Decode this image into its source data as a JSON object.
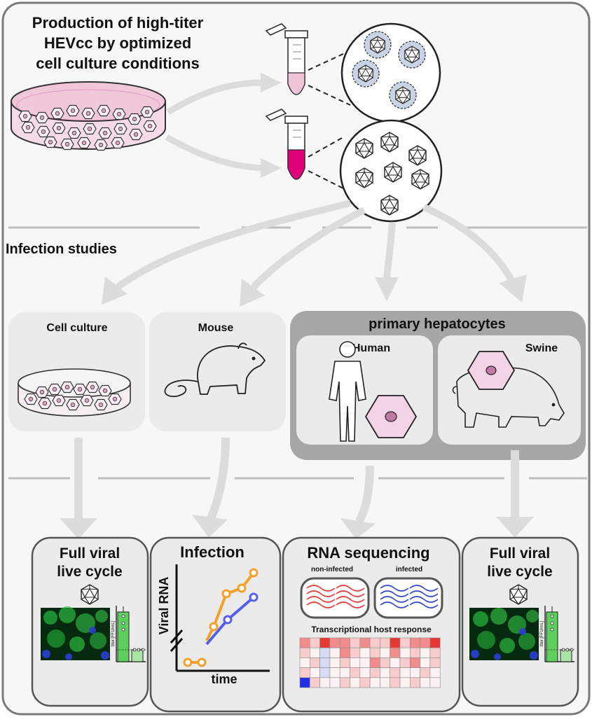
{
  "sections": {
    "production": {
      "title_lines": [
        "Production of high-titer",
        "HEVcc by optimized",
        "cell culture conditions"
      ]
    },
    "infection": {
      "title": "Infection studies",
      "models": {
        "cell_culture": "Cell culture",
        "mouse": "Mouse",
        "primary_hepatocytes": {
          "title": "primary hepatocytes",
          "human": "Human",
          "swine": "Swine"
        }
      }
    },
    "outcomes": {
      "viral_cycle_left": {
        "title_lines": [
          "Full viral",
          "live cycle"
        ],
        "bar_axis_label": "titer [FFU/mL]"
      },
      "infection_plot": {
        "title": "Infection",
        "ylabel": "Viral RNA",
        "xlabel": "time"
      },
      "rna_seq": {
        "title": "RNA sequencing",
        "non_infected": "non-infected",
        "infected": "infected",
        "heatmap_title": "Transcriptional host response"
      },
      "viral_cycle_right": {
        "title_lines": [
          "Full viral",
          "live cycle"
        ],
        "bar_axis_label": "titer [FFU/mL]"
      }
    }
  },
  "colors": {
    "orange_series": "#f5a02a",
    "blue_series": "#5560e8",
    "bar_green": "#5ccf5c",
    "bar_green_light": "#a8e6a8",
    "panel_fill": "#ebebeb",
    "panel_dark": "#a6a6a6",
    "arrow_gray": "#dcdcdc",
    "pink_light": "#f1c3d9",
    "pink_dark": "#e0007a",
    "red_wave": "#e53935",
    "blue_wave": "#3344cc"
  }
}
